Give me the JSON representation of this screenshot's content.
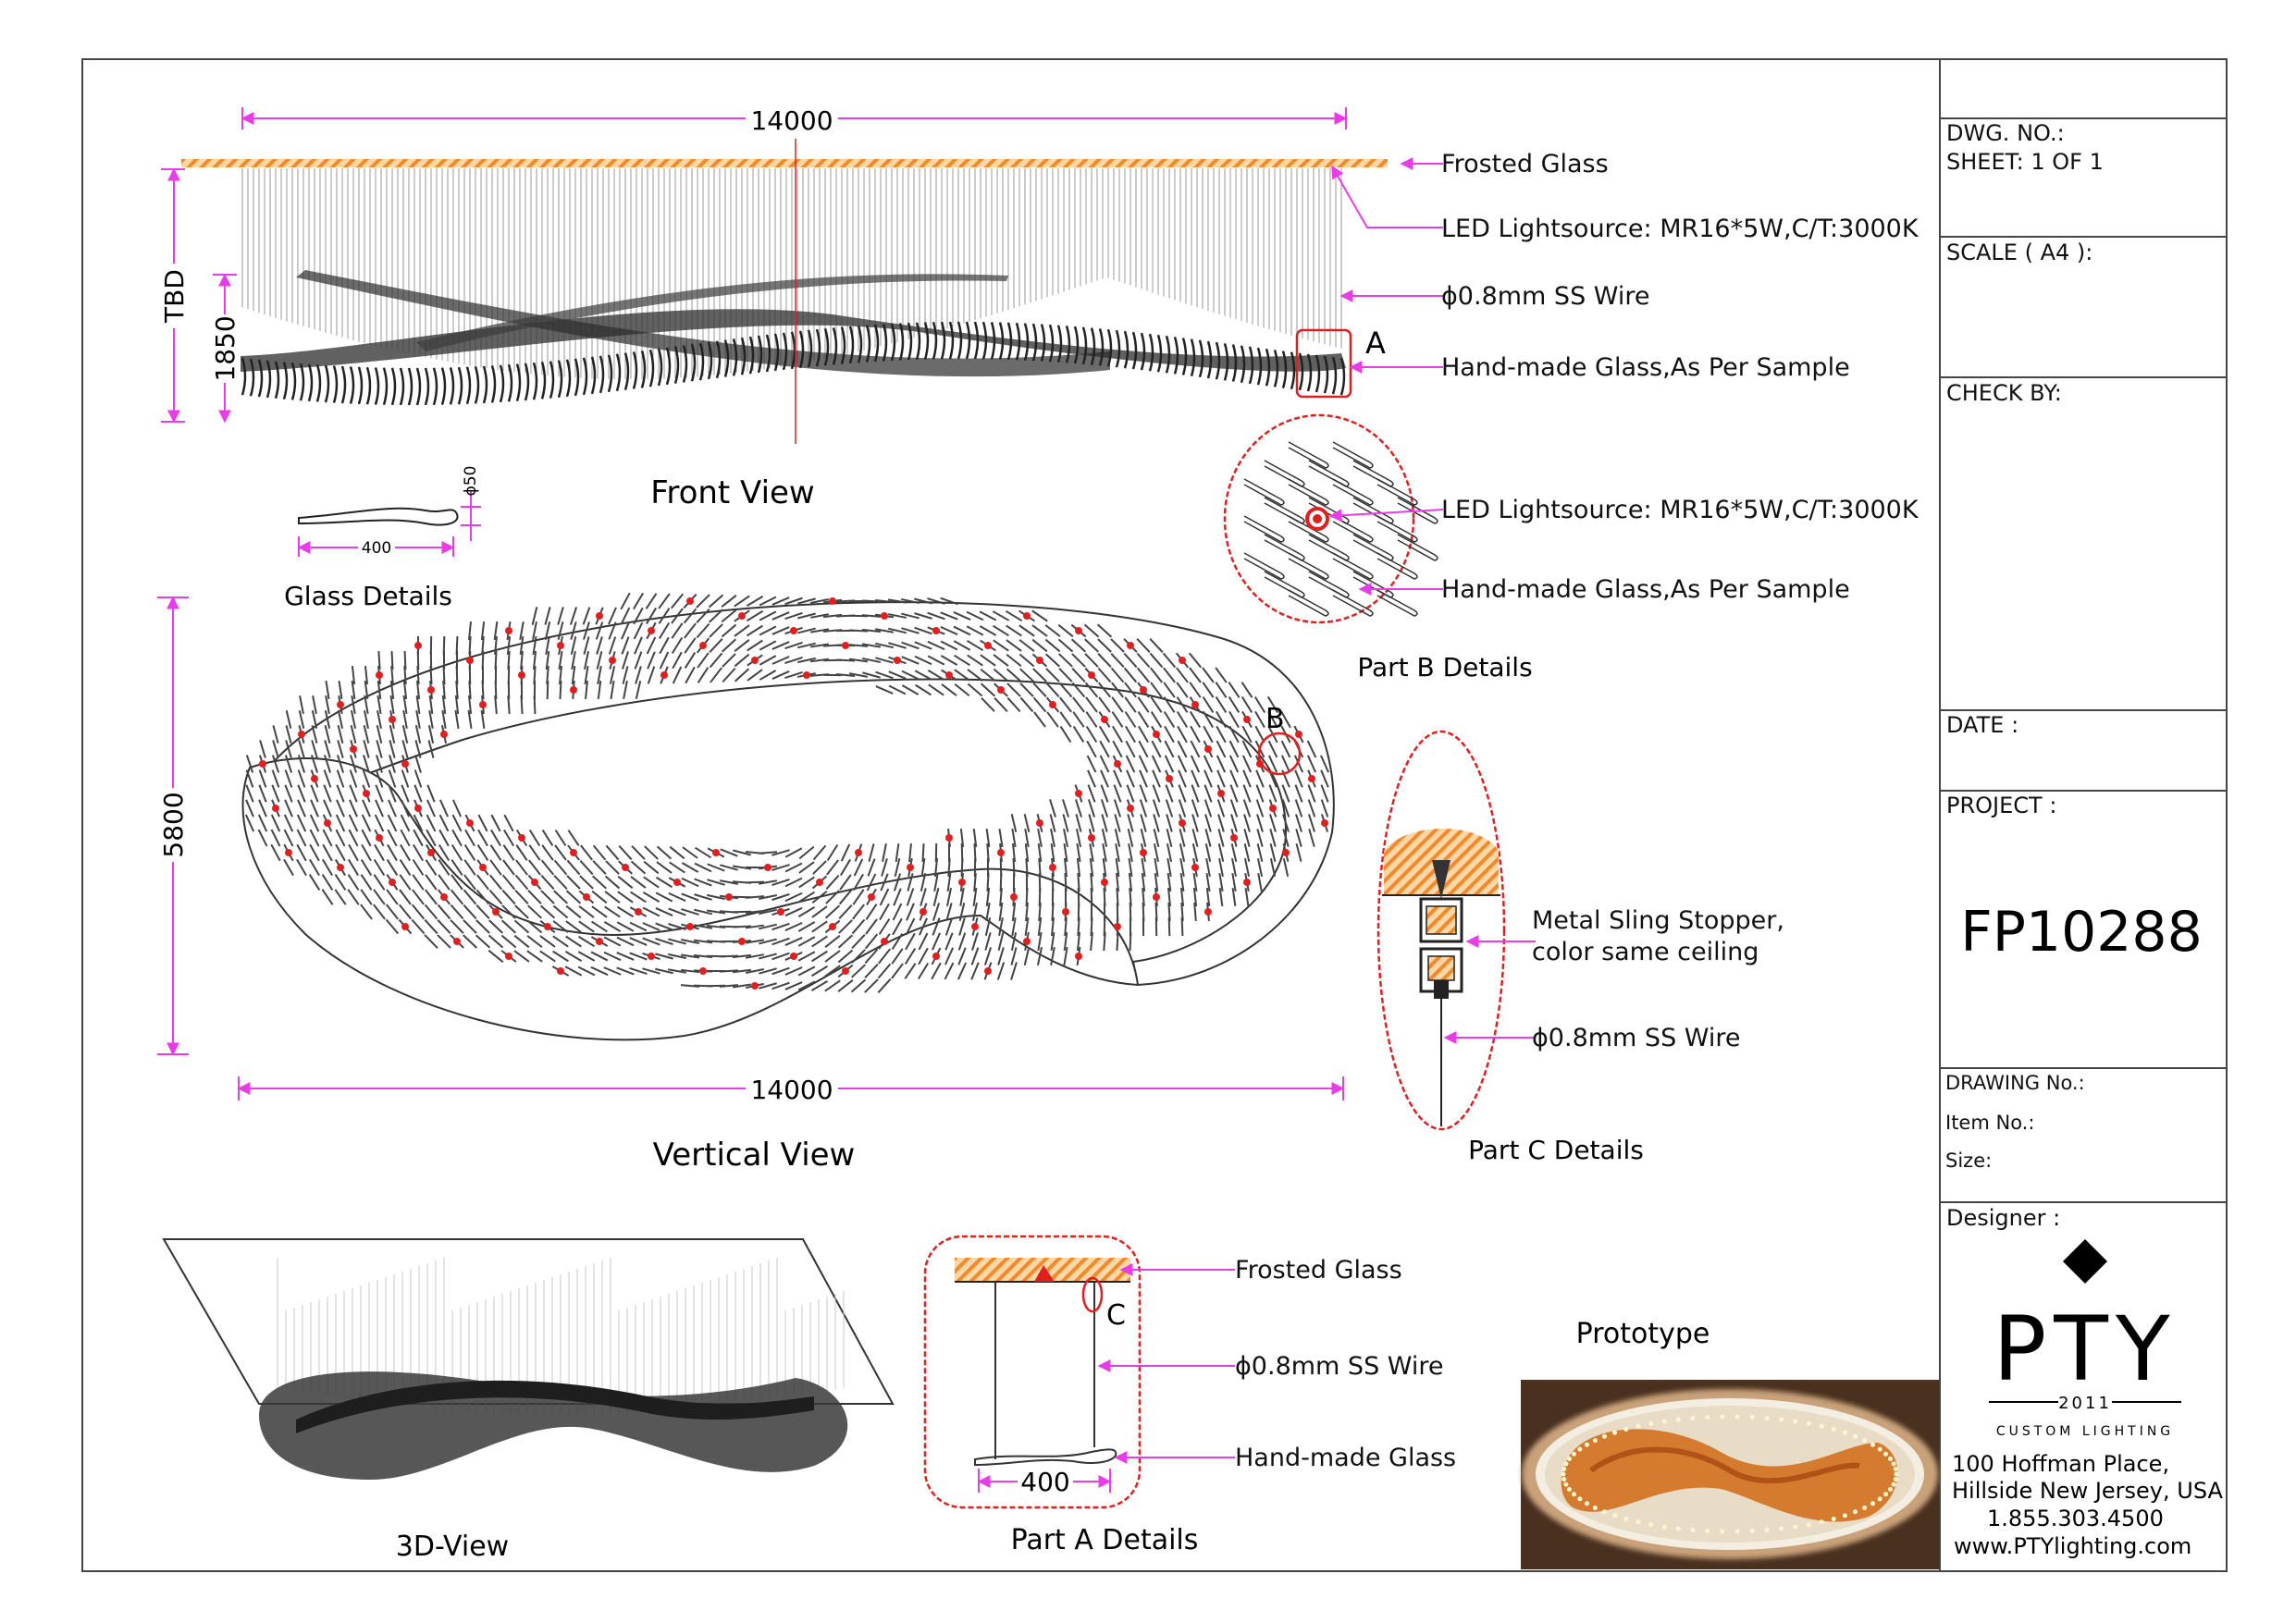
{
  "dimensions": {
    "front_width": "14000",
    "front_height": "TBD",
    "front_drop": "1850",
    "glass_dia": "ϕ50",
    "glass_len": "400",
    "vertical_height": "5800",
    "vertical_width": "14000",
    "partA_len": "400"
  },
  "views": {
    "front": "Front View",
    "glass": "Glass Details",
    "vertical": "Vertical View",
    "three_d": "3D-View",
    "partA": "Part A Details",
    "partB": "Part B Details",
    "partC": "Part C Details",
    "prototype": "Prototype"
  },
  "markers": {
    "a": "A",
    "b": "B",
    "c": "C"
  },
  "callouts": {
    "front": [
      "Frosted Glass",
      "LED Lightsource: MR16*5W,C/T:3000K",
      "ϕ0.8mm SS Wire",
      "Hand-made Glass,As Per Sample"
    ],
    "partB": [
      "LED Lightsource: MR16*5W,C/T:3000K",
      "Hand-made Glass,As Per Sample"
    ],
    "partC": [
      "Metal Sling Stopper,",
      "color same ceiling",
      "ϕ0.8mm SS Wire"
    ],
    "partA": [
      "Frosted Glass",
      "ϕ0.8mm SS Wire",
      "Hand-made Glass"
    ]
  },
  "title_block": {
    "dwg_no": "DWG. NO.:",
    "sheet": "SHEET: 1 OF 1",
    "scale": "SCALE ( A4 ):",
    "check_by": "CHECK BY:",
    "date": "DATE :",
    "project_label": "PROJECT :",
    "project_no": "FP10288",
    "drawing_no": "DRAWING No.:",
    "item_no": "Item No.:",
    "size": "Size:",
    "designer": "Designer :"
  },
  "company": {
    "logo_text": "PTY",
    "year": "2011",
    "tagline": "CUSTOM LIGHTING",
    "address1": "100 Hoffman Place,",
    "address2": "Hillside New Jersey, USA",
    "phone": "1.855.303.4500",
    "website": "www.PTYlighting.com"
  },
  "colors": {
    "dimension": "#e83ce8",
    "highlight": "#e02020",
    "hatch": "#f08a2a",
    "line": "#333333"
  },
  "icons": {
    "logo_mark": "diamond-icon"
  }
}
